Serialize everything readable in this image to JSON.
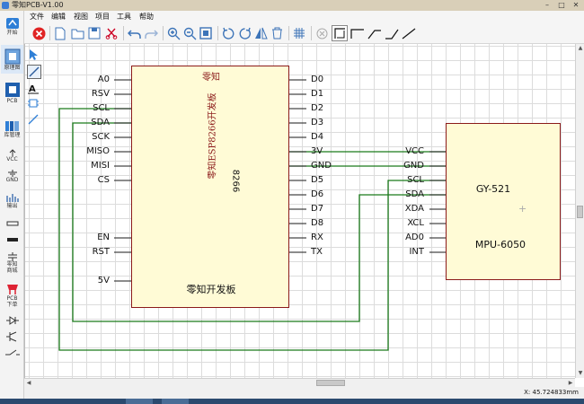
{
  "window": {
    "title": "零知PCB-V1.00"
  },
  "menu": [
    "文件",
    "编辑",
    "视图",
    "项目",
    "工具",
    "帮助"
  ],
  "toolbox": {
    "start_label": "开始",
    "schematic_label": "原理图",
    "pcb_label": "PCB",
    "library_label": "库管理",
    "vcc_label": "VCC",
    "gnd_label": "GND",
    "output_label": "输出",
    "zeroknow_library_label": "零知\n商城",
    "pcb_order_label": "PCB\n下单"
  },
  "board": {
    "title": "零知",
    "vertical_label": "零知ESP8266开发板",
    "model": "8266",
    "bottom_label": "零知开发板",
    "left_pins": [
      "A0",
      "RSV",
      "SCL",
      "SDA",
      "SCK",
      "MISO",
      "MISI",
      "CS",
      "EN",
      "RST",
      "5V"
    ],
    "right_pins": [
      "D0",
      "D1",
      "D2",
      "D3",
      "D4",
      "3V",
      "GND",
      "D5",
      "D6",
      "D7",
      "D8",
      "RX",
      "TX"
    ]
  },
  "module": {
    "title": "GY-521",
    "subtitle": "MPU-6050",
    "left_pins": [
      "VCC",
      "GND",
      "SCL",
      "SDA",
      "XDA",
      "XCL",
      "AD0",
      "INT"
    ]
  },
  "status": {
    "coordinate": "X:   45.724833mm"
  },
  "colors": {
    "wire": "#1a7a1a",
    "component_border": "#8b1a1a",
    "component_fill": "#fffbd6",
    "grid": "#dcdcdc"
  }
}
